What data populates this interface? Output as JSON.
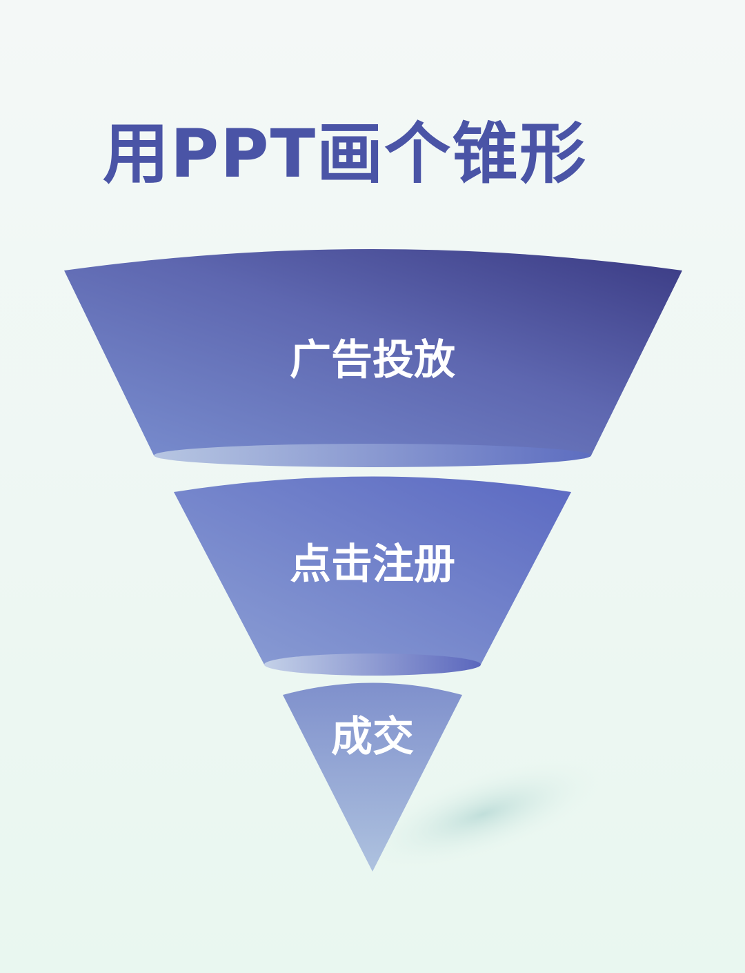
{
  "title": "用PPT画个锥形",
  "colors": {
    "title": "#4a54a6",
    "background": "#eef7f3",
    "funnel_dark": "#3b3b85",
    "funnel_mid": "#6675c4",
    "funnel_light": "#a7bada",
    "label": "#ffffff"
  },
  "funnel": {
    "stages": [
      {
        "label": "广告投放"
      },
      {
        "label": "点击注册"
      },
      {
        "label": "成交"
      }
    ]
  }
}
